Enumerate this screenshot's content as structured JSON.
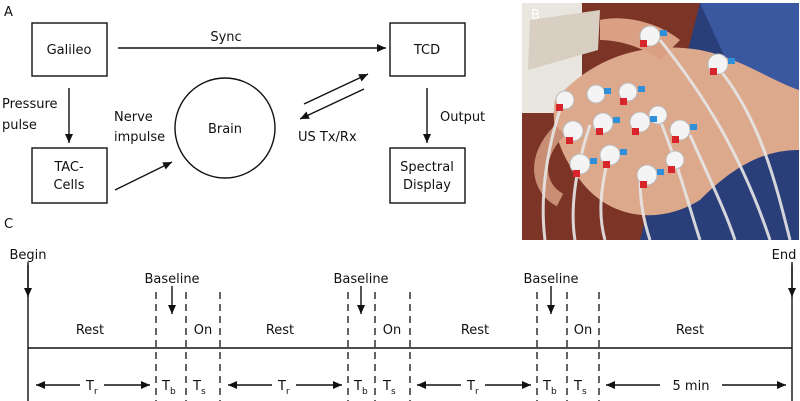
{
  "panels": {
    "a": "A",
    "b": "B",
    "c": "C"
  },
  "flow": {
    "galileo": "Galileo",
    "tcd": "TCD",
    "brain": "Brain",
    "tac_line1": "TAC-",
    "tac_line2": "Cells",
    "spectral_line1": "Spectral",
    "spectral_line2": "Display",
    "sync": "Sync",
    "pressure_line1": "Pressure",
    "pressure_line2": "pulse",
    "nerve_line1": "Nerve",
    "nerve_line2": "impulse",
    "us_txrx": "US Tx/Rx",
    "output": "Output"
  },
  "photo": {
    "subject": "hand-with-tactile-stimulators"
  },
  "timeline": {
    "begin": "Begin",
    "end": "End",
    "baseline": "Baseline",
    "rest": "Rest",
    "on": "On",
    "tr_main": "T",
    "tr_sub": "r",
    "tb_main": "T",
    "tb_sub": "b",
    "ts_main": "T",
    "ts_sub": "s",
    "five_min": "5 min"
  },
  "colors": {
    "ink": "#111111",
    "photo_bg": "#8a3a2a",
    "tube_red": "#d8242b",
    "tube_blue": "#2f8fd8"
  }
}
